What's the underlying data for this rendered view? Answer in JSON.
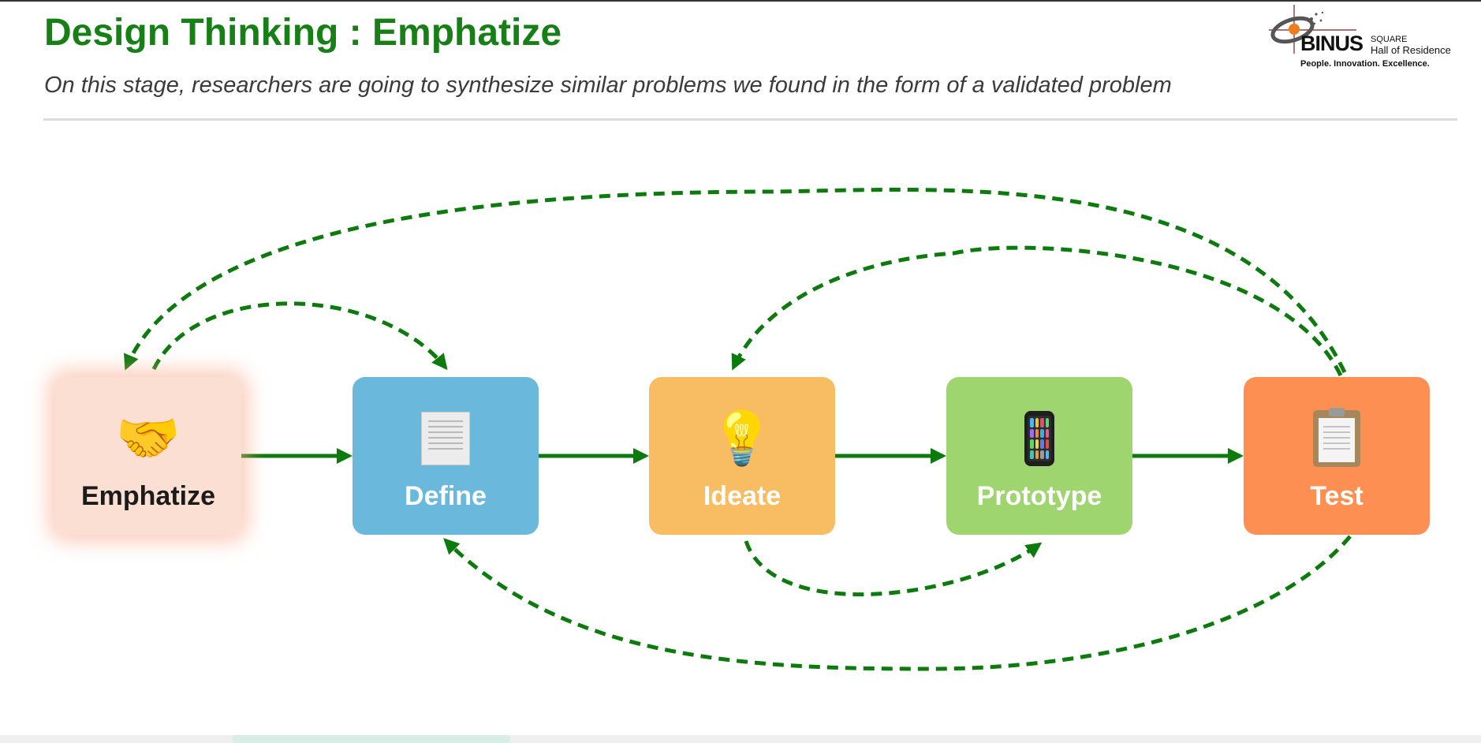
{
  "header": {
    "title": "Design Thinking : Emphatize",
    "subtitle": "On this stage, researchers are going to synthesize similar problems we found in the form of a validated problem"
  },
  "logo": {
    "wordmark": "BINUS",
    "line1": "SQUARE",
    "line2": "Hall of Residence",
    "tagline": "People. Innovation. Excellence."
  },
  "stages": [
    {
      "label": "Emphatize",
      "icon": "handshake-icon",
      "emoji": "🤝",
      "color": "#fcdfd3",
      "active": true
    },
    {
      "label": "Define",
      "icon": "document-icon",
      "color": "#6bb8dd",
      "active": false
    },
    {
      "label": "Ideate",
      "icon": "lightbulb-icon",
      "emoji": "💡",
      "color": "#f8bd63",
      "active": false
    },
    {
      "label": "Prototype",
      "icon": "smartphone-icon",
      "color": "#9fd56e",
      "active": false
    },
    {
      "label": "Test",
      "icon": "clipboard-icon",
      "color": "#fe8f52",
      "active": false
    }
  ],
  "colors": {
    "title": "#168016",
    "arrow": "#0c7a0c"
  }
}
